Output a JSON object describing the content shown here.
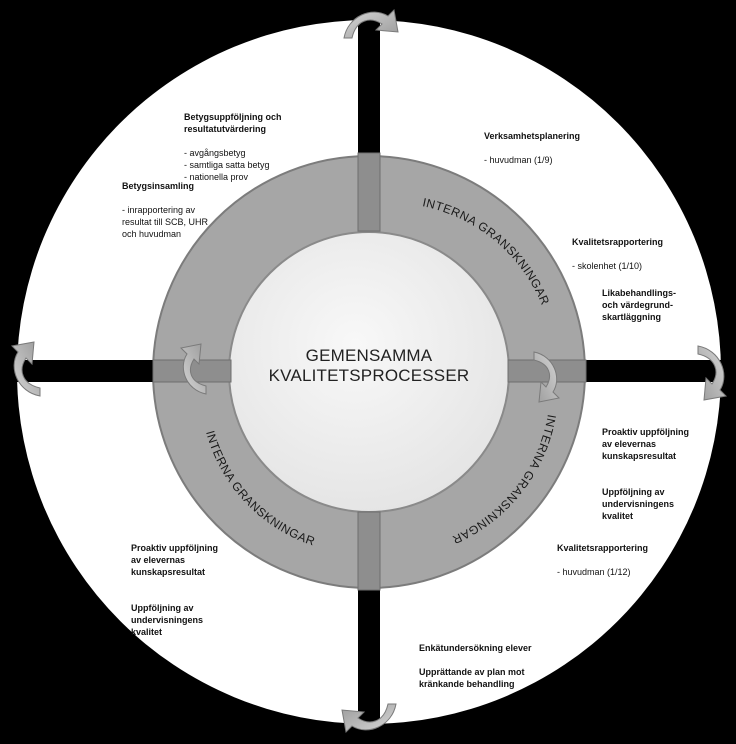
{
  "center_title": {
    "line1": "GEMENSAMMA",
    "line2": "KVALITETSPROCESSER"
  },
  "ring_labels": {
    "top_right": "INTERNA GRANSKNINGAR",
    "bottom_right": "INTERNA GRANSKNINGAR",
    "bottom_left": "INTERNA GRANSKNINGAR"
  },
  "notes": {
    "tl_grades": {
      "title": "Betygsuppföljning och\nresultatutvärdering",
      "details": "- avgångsbetyg\n- samtliga satta betyg\n- nationella prov"
    },
    "tl_collect": {
      "title": "Betygsinsamling",
      "details": "- inrapportering av\nresultat till SCB, UHR\noch huvudman"
    },
    "tr_planning": {
      "title": "Verksamhetsplanering",
      "details": "- huvudman (1/9)"
    },
    "tr_report": {
      "title": "Kvalitetsrapportering",
      "details": "- skolenhet (1/10)"
    },
    "tr_equality": {
      "title": "Likabehandlings-\noch värdegrund-\nskartläggning",
      "details": ""
    },
    "br_proactive": {
      "title": "Proaktiv uppföljning\nav elevernas\nkunskapsresultat",
      "details": ""
    },
    "br_teaching": {
      "title": "Uppföljning av\nundervisningens\nkvalitet",
      "details": ""
    },
    "br_report": {
      "title": "Kvalitetsrapportering",
      "details": "- huvudman (1/12)"
    },
    "bl_proactive": {
      "title": "Proaktiv uppföljning\nav elevernas\nkunskapsresultat",
      "details": ""
    },
    "bl_teaching": {
      "title": "Uppföljning av\nundervisningens\nkvalitet",
      "details": ""
    },
    "bottom_survey": {
      "title": "Enkätundersökning elever",
      "details": ""
    },
    "bottom_plan": {
      "title": "Upprättande av plan mot\nkränkande behandling",
      "details": ""
    }
  },
  "colors": {
    "background": "#000000",
    "outer_disc": "#ffffff",
    "ring": "#a6a6a6",
    "ring_border": "#7f7f7f",
    "inner_disc": "#eeeeee",
    "arrow": "#bdbdbd"
  },
  "icons": [
    "curved-arrow-icon"
  ]
}
